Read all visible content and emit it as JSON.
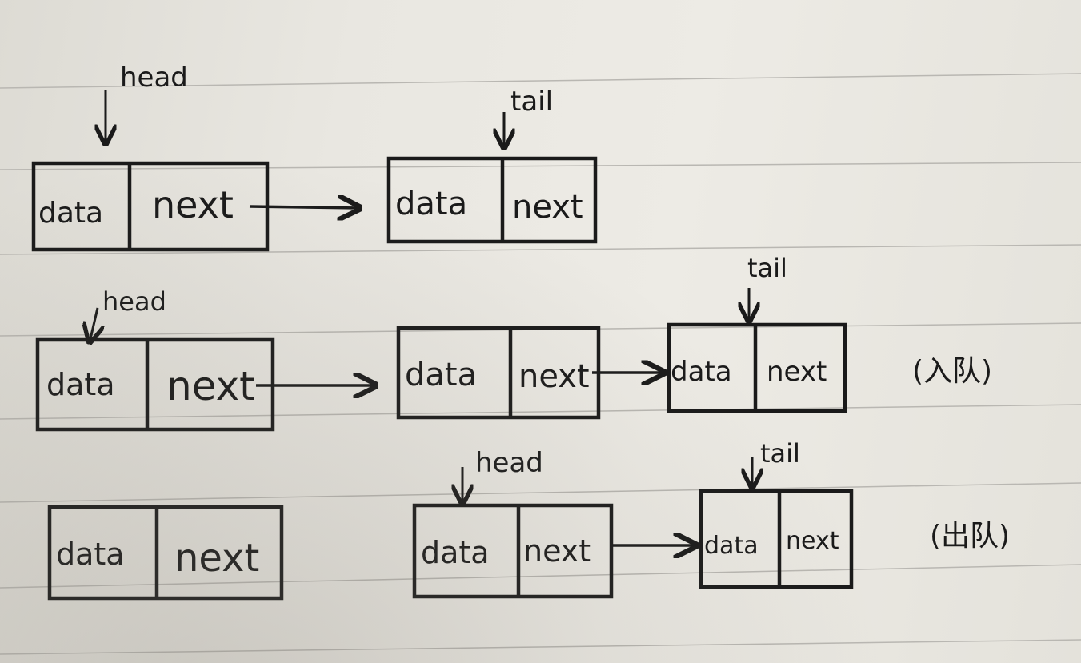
{
  "diagram": {
    "rows": [
      {
        "head_label": "head",
        "tail_label": "tail",
        "note": "",
        "nodes": [
          {
            "data_label": "data",
            "next_label": "next"
          },
          {
            "data_label": "data",
            "next_label": "next"
          }
        ]
      },
      {
        "head_label": "head",
        "tail_label": "tail",
        "note": "(入队)",
        "nodes": [
          {
            "data_label": "data",
            "next_label": "next"
          },
          {
            "data_label": "data",
            "next_label": "next"
          },
          {
            "data_label": "data",
            "next_label": "next"
          }
        ]
      },
      {
        "head_label": "head",
        "tail_label": "tail",
        "note": "(出队)",
        "nodes": [
          {
            "data_label": "data",
            "next_label": "next"
          },
          {
            "data_label": "data",
            "next_label": "next"
          },
          {
            "data_label": "data",
            "next_label": "next"
          }
        ]
      }
    ],
    "colors": {
      "ink": "#1a1a1a",
      "rule_line": "#b9b7b2"
    }
  }
}
